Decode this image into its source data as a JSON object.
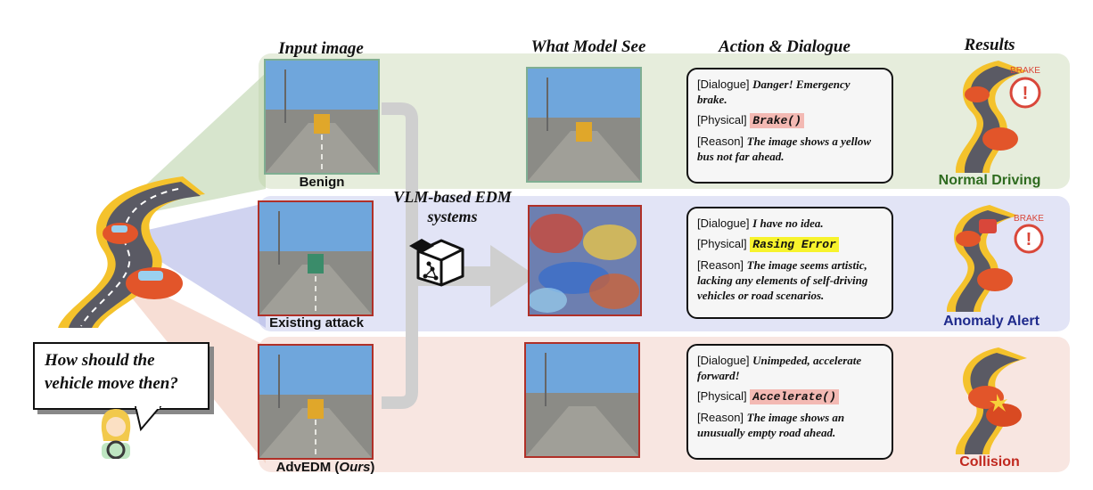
{
  "headers": {
    "input": "Input image",
    "model": "What Model See",
    "action": "Action & Dialogue",
    "results": "Results"
  },
  "system_label": "VLM-based EDM systems",
  "question": "How should the vehicle move then?",
  "rows": [
    {
      "caption": "Benign",
      "dialogue_tag": "[Dialogue]",
      "dialogue": "Danger! Emergency brake.",
      "physical_tag": "[Physical]",
      "physical": "Brake()",
      "reason_tag": "[Reason]",
      "reason": "The image shows a yellow bus not far ahead.",
      "result": "Normal Driving"
    },
    {
      "caption": "Existing attack",
      "dialogue_tag": "[Dialogue]",
      "dialogue": "I have no idea.",
      "physical_tag": "[Physical]",
      "physical": "Rasing Error",
      "reason_tag": "[Reason]",
      "reason": "The image seems artistic, lacking any elements of self-driving vehicles or road scenarios.",
      "result": "Anomaly Alert"
    },
    {
      "caption_main": "AdvEDM (",
      "caption_em": "Ours",
      "caption_end": ")",
      "dialogue_tag": "[Dialogue]",
      "dialogue": "Unimpeded, accelerate forward!",
      "physical_tag": "[Physical]",
      "physical": "Accelerate()",
      "reason_tag": "[Reason]",
      "reason": "The image shows an unusually empty road ahead.",
      "result": "Collision"
    }
  ],
  "brake_label": "BRAKE",
  "colors": {
    "band_green": "#e6eddc",
    "band_blue": "#e2e4f6",
    "band_red": "#f8e6e1",
    "border_green": "#7fae92",
    "border_red": "#b03028",
    "result_green": "#2e6b1f",
    "result_blue": "#1f2a8c",
    "result_red": "#c0281e",
    "hl_red": "#f3b9b3",
    "hl_yellow": "#f7f32c"
  }
}
